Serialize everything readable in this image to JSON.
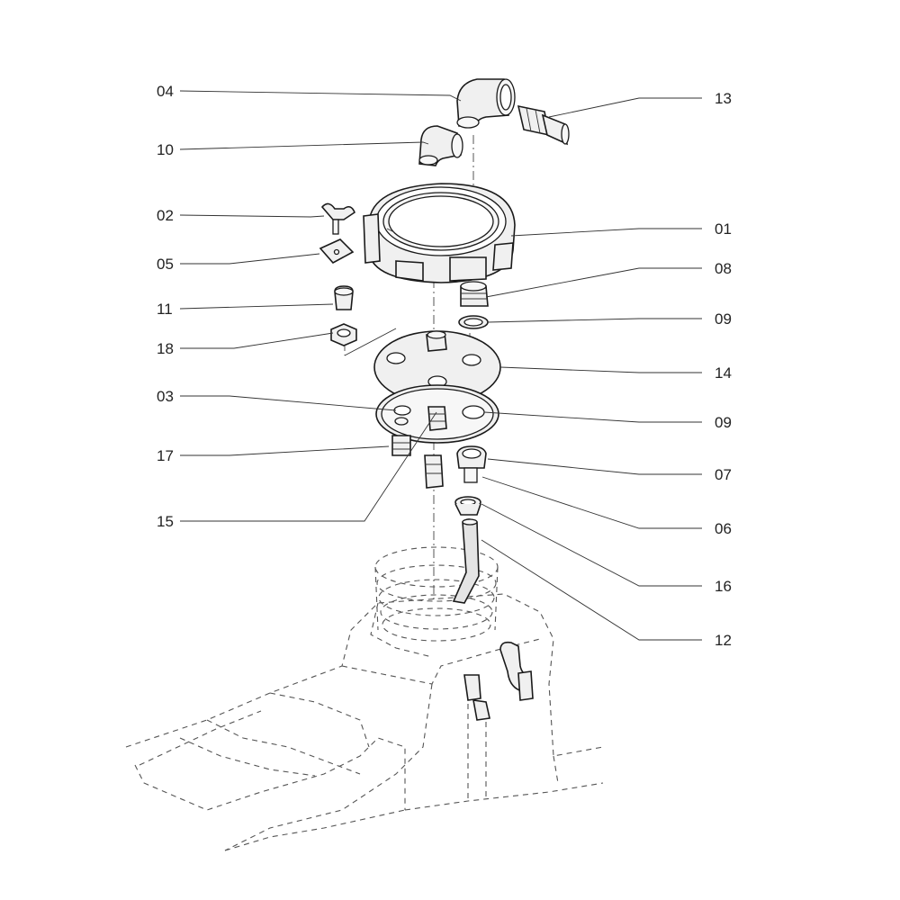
{
  "callouts": [
    {
      "id": "04",
      "label": "04"
    },
    {
      "id": "10",
      "label": "10"
    },
    {
      "id": "02",
      "label": "02"
    },
    {
      "id": "05",
      "label": "05"
    },
    {
      "id": "11",
      "label": "11"
    },
    {
      "id": "18",
      "label": "18"
    },
    {
      "id": "03",
      "label": "03"
    },
    {
      "id": "17",
      "label": "17"
    },
    {
      "id": "15",
      "label": "15"
    },
    {
      "id": "13",
      "label": "13"
    },
    {
      "id": "01",
      "label": "01"
    },
    {
      "id": "08",
      "label": "08"
    },
    {
      "id": "09a",
      "label": "09"
    },
    {
      "id": "14",
      "label": "14"
    },
    {
      "id": "09b",
      "label": "09"
    },
    {
      "id": "07",
      "label": "07"
    },
    {
      "id": "06",
      "label": "06"
    },
    {
      "id": "16",
      "label": "16"
    },
    {
      "id": "12",
      "label": "12"
    }
  ]
}
